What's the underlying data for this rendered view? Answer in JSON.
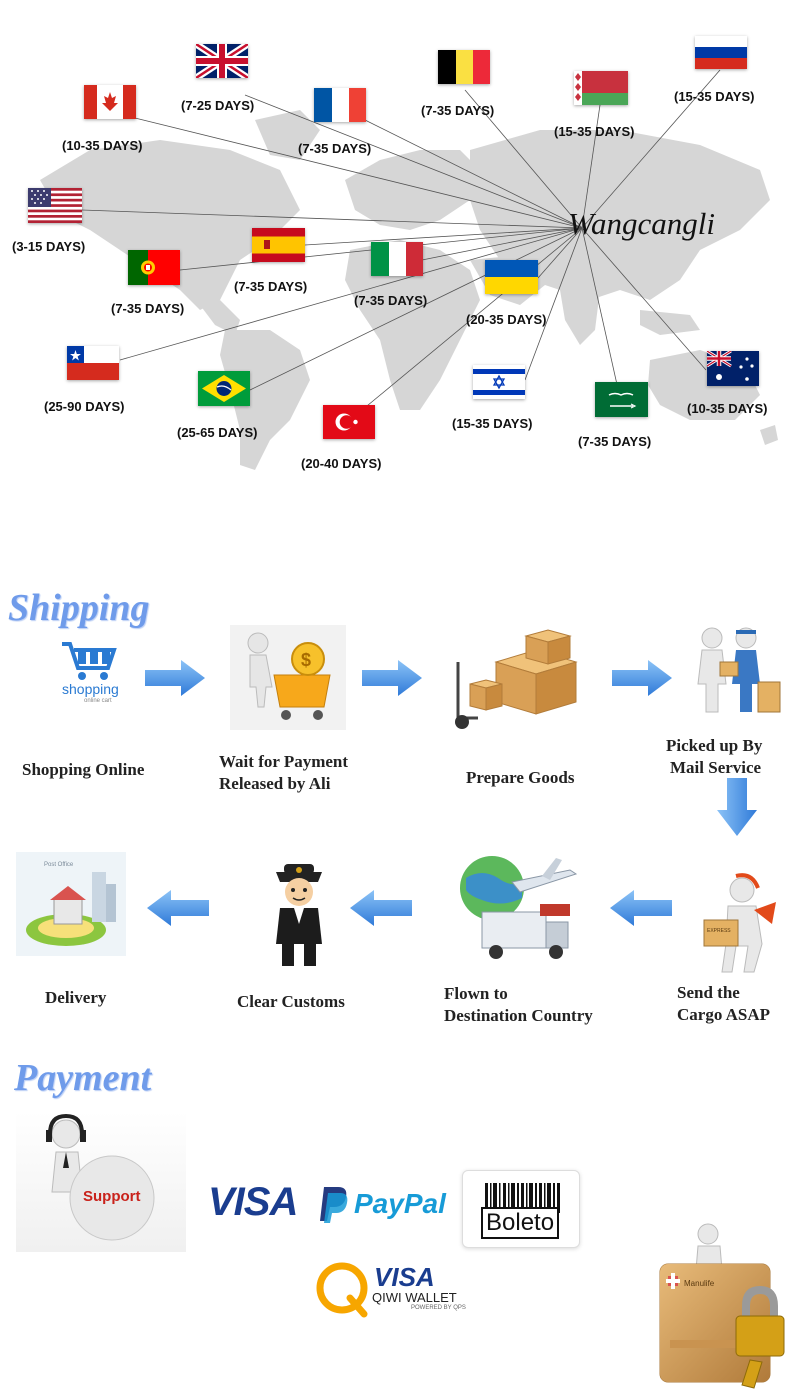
{
  "map": {
    "brand": "Wangcangli",
    "destinations": [
      {
        "country": "United Kingdom",
        "days": "(7-25 DAYS)",
        "flag": "uk-flag-icon"
      },
      {
        "country": "Canada",
        "days": "(10-35 DAYS)",
        "flag": "canada-flag-icon"
      },
      {
        "country": "France",
        "days": "(7-35 DAYS)",
        "flag": "france-flag-icon"
      },
      {
        "country": "Belgium",
        "days": "(7-35 DAYS)",
        "flag": "belgium-flag-icon"
      },
      {
        "country": "Belarus",
        "days": "(15-35 DAYS)",
        "flag": "belarus-flag-icon"
      },
      {
        "country": "Russia",
        "days": "(15-35 DAYS)",
        "flag": "russia-flag-icon"
      },
      {
        "country": "United States",
        "days": "(3-15 DAYS)",
        "flag": "usa-flag-icon"
      },
      {
        "country": "Spain",
        "days": "(7-35 DAYS)",
        "flag": "spain-flag-icon"
      },
      {
        "country": "Portugal",
        "days": "(7-35 DAYS)",
        "flag": "portugal-flag-icon"
      },
      {
        "country": "Italy",
        "days": "(7-35 DAYS)",
        "flag": "italy-flag-icon"
      },
      {
        "country": "Ukraine",
        "days": "(20-35 DAYS)",
        "flag": "ukraine-flag-icon"
      },
      {
        "country": "Chile",
        "days": "(25-90 DAYS)",
        "flag": "chile-flag-icon"
      },
      {
        "country": "Brazil",
        "days": "(25-65 DAYS)",
        "flag": "brazil-flag-icon"
      },
      {
        "country": "Israel",
        "days": "(15-35 DAYS)",
        "flag": "israel-flag-icon"
      },
      {
        "country": "Saudi Arabia",
        "days": "(7-35 DAYS)",
        "flag": "saudi-flag-icon"
      },
      {
        "country": "Australia",
        "days": "(10-35 DAYS)",
        "flag": "australia-flag-icon"
      },
      {
        "country": "Turkey",
        "days": "(20-40 DAYS)",
        "flag": "turkey-flag-icon"
      }
    ]
  },
  "shipping": {
    "title": "Shipping",
    "shopping_logo": {
      "word": "shopping",
      "sub": "online cart"
    },
    "steps": {
      "shopping_online": "Shopping Online",
      "wait_payment_1": "Wait for Payment",
      "wait_payment_2": "Released by Ali",
      "prepare_goods": "Prepare Goods",
      "picked_up_1": "Picked up By",
      "picked_up_2": "Mail Service",
      "send_cargo_1": "Send the",
      "send_cargo_2": "Cargo ASAP",
      "flown_1": "Flown to",
      "flown_2": "Destination Country",
      "clear_customs": "Clear Customs",
      "delivery": "Delivery"
    }
  },
  "payment": {
    "title": "Payment",
    "support_label": "Support",
    "visa": "VISA",
    "paypal": "PayPal",
    "boleto": "Boleto",
    "qiwi_visa": "VISA",
    "qiwi_wallet": "QIWI WALLET",
    "qiwi_powered": "POWERED BY QPS"
  },
  "colors": {
    "title_blue": "#6f9bea",
    "arrow_blue": "#4a8fe0",
    "map_gray": "#d6d6d6",
    "visa_blue": "#1a3d8f",
    "paypal_dark": "#253b80",
    "paypal_light": "#179bd7"
  }
}
